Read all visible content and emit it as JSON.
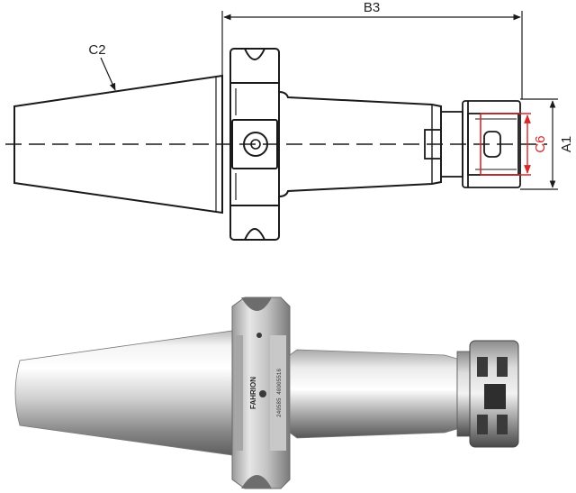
{
  "drawing": {
    "labels": {
      "b3": "B3",
      "c2": "C2",
      "c6": "C6",
      "a1": "A1"
    },
    "colors": {
      "line": "#1a1a1a",
      "highlight": "#d62828",
      "steel_light": "#e8e8e8",
      "steel_dark": "#6f6f6f"
    }
  },
  "photo": {
    "brand": "FAHRION",
    "serial": "240585 40005516"
  }
}
